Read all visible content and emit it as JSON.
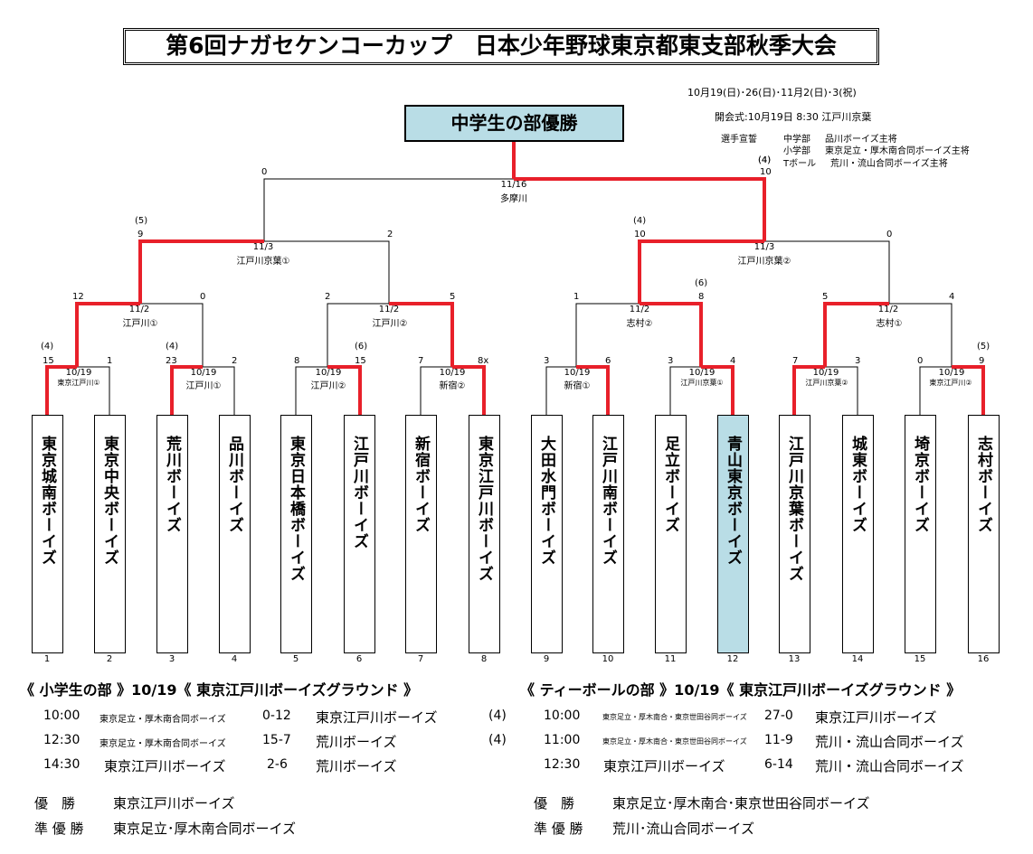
{
  "title": "第6回ナガセケンコーカップ　日本少年野球東京都東支部秋季大会",
  "dates": "10月19(日)･26(日)･11月2(日)･3(祝)",
  "opening": "開会式:10月19日 8:30 江戸川京葉",
  "oath_label": "選手宣誓",
  "oath_lines": [
    {
      "prefix": "",
      "label": "中学部",
      "text": "品川ボーイズ主将"
    },
    {
      "prefix": "",
      "label": "小学部",
      "text": "東京足立・厚木南合同ボーイズ主将"
    },
    {
      "prefix": "(4)",
      "label": "Tボール",
      "text": "荒川・流山合同ボーイズ主将"
    }
  ],
  "champion_label": "中学生の部優勝",
  "teams": [
    {
      "no": "1",
      "name": "東京城南ボーイズ"
    },
    {
      "no": "2",
      "name": "東京中央ボーイズ"
    },
    {
      "no": "3",
      "name": "荒川ボーイズ"
    },
    {
      "no": "4",
      "name": "品川ボーイズ"
    },
    {
      "no": "5",
      "name": "東京日本橋ボーイズ"
    },
    {
      "no": "6",
      "name": "江戸川ボーイズ"
    },
    {
      "no": "7",
      "name": "新宿ボーイズ"
    },
    {
      "no": "8",
      "name": "東京江戸川ボーイズ"
    },
    {
      "no": "9",
      "name": "大田水門ボーイズ"
    },
    {
      "no": "10",
      "name": "江戸川南ボーイズ"
    },
    {
      "no": "11",
      "name": "足立ボーイズ"
    },
    {
      "no": "12",
      "name": "青山東京ボーイズ"
    },
    {
      "no": "13",
      "name": "江戸川京葉ボーイズ"
    },
    {
      "no": "14",
      "name": "城東ボーイズ"
    },
    {
      "no": "15",
      "name": "埼京ボーイズ"
    },
    {
      "no": "16",
      "name": "志村ボーイズ"
    }
  ],
  "round1": [
    {
      "date": "10/19",
      "venue": "東京江戸川①",
      "left_score": "15",
      "right_score": "1",
      "left_note": "(4)",
      "right_note": ""
    },
    {
      "date": "10/19",
      "venue": "江戸川①",
      "left_score": "23",
      "right_score": "2",
      "left_note": "(4)",
      "right_note": ""
    },
    {
      "date": "10/19",
      "venue": "江戸川②",
      "left_score": "8",
      "right_score": "15",
      "left_note": "",
      "right_note": "(6)"
    },
    {
      "date": "10/19",
      "venue": "新宿②",
      "left_score": "7",
      "right_score": "8x",
      "left_note": "",
      "right_note": ""
    },
    {
      "date": "10/19",
      "venue": "新宿①",
      "left_score": "3",
      "right_score": "6",
      "left_note": "",
      "right_note": ""
    },
    {
      "date": "10/19",
      "venue": "江戸川京葉①",
      "left_score": "3",
      "right_score": "4",
      "left_note": "",
      "right_note": ""
    },
    {
      "date": "10/19",
      "venue": "江戸川京葉②",
      "left_score": "7",
      "right_score": "3",
      "left_note": "",
      "right_note": ""
    },
    {
      "date": "10/19",
      "venue": "東京江戸川②",
      "left_score": "0",
      "right_score": "9",
      "left_note": "",
      "right_note": "(5)"
    }
  ],
  "round2": [
    {
      "date": "11/2",
      "venue": "江戸川①",
      "left_score": "12",
      "right_score": "0",
      "left_note": "",
      "right_note": ""
    },
    {
      "date": "11/2",
      "venue": "江戸川②",
      "left_score": "2",
      "right_score": "5",
      "left_note": "",
      "right_note": ""
    },
    {
      "date": "11/2",
      "venue": "志村②",
      "left_score": "1",
      "right_score": "8",
      "left_note": "",
      "right_note": "(6)"
    },
    {
      "date": "11/2",
      "venue": "志村①",
      "left_score": "5",
      "right_score": "4",
      "left_note": "",
      "right_note": ""
    }
  ],
  "round3": [
    {
      "date": "11/3",
      "venue": "江戸川京葉①",
      "left_score": "9",
      "right_score": "2",
      "left_note": "(5)",
      "right_note": ""
    },
    {
      "date": "11/3",
      "venue": "江戸川京葉②",
      "left_score": "10",
      "right_score": "0",
      "left_note": "(4)",
      "right_note": ""
    }
  ],
  "final": {
    "date": "11/16",
    "venue": "多摩川",
    "left_score": "0",
    "right_score": "10",
    "left_note": "",
    "right_note": "(4)"
  },
  "elementary": {
    "header": "《 小学生の部 》10/19《 東京江戸川ボーイズグラウンド 》",
    "games": [
      {
        "time": "10:00",
        "team1": "東京足立・厚木南合同ボーイズ",
        "score": "0-12",
        "team2": "東京江戸川ボーイズ",
        "note": "(4)"
      },
      {
        "time": "12:30",
        "team1": "東京足立・厚木南合同ボーイズ",
        "score": "15-7",
        "team2": "荒川ボーイズ",
        "note": "(4)"
      },
      {
        "time": "14:30",
        "team1": "東京江戸川ボーイズ",
        "score": "2-6",
        "team2": "荒川ボーイズ",
        "note": ""
      }
    ],
    "winner_label": "優　勝",
    "winner": "東京江戸川ボーイズ",
    "runnerup_label": "準 優 勝",
    "runnerup": "東京足立･厚木南合同ボーイズ"
  },
  "teeball": {
    "header": "《 ティーボールの部 》10/19《 東京江戸川ボーイズグラウンド 》",
    "games": [
      {
        "time": "10:00",
        "team1": "東京足立・厚木南合・東京世田谷同ボーイズ",
        "score": "27-0",
        "team2": "東京江戸川ボーイズ"
      },
      {
        "time": "11:00",
        "team1": "東京足立・厚木南合・東京世田谷同ボーイズ",
        "score": "11-9",
        "team2": "荒川・流山合同ボーイズ"
      },
      {
        "time": "12:30",
        "team1": "東京江戸川ボーイズ",
        "score": "6-14",
        "team2": "荒川・流山合同ボーイズ"
      }
    ],
    "winner_label": "優　勝",
    "winner": "東京足立･厚木南合･東京世田谷同ボーイズ",
    "runnerup_label": "準 優 勝",
    "runnerup": "荒川･流山合同ボーイズ"
  },
  "colors": {
    "win_line": "#e8202a",
    "highlight": "#b9dde6"
  }
}
